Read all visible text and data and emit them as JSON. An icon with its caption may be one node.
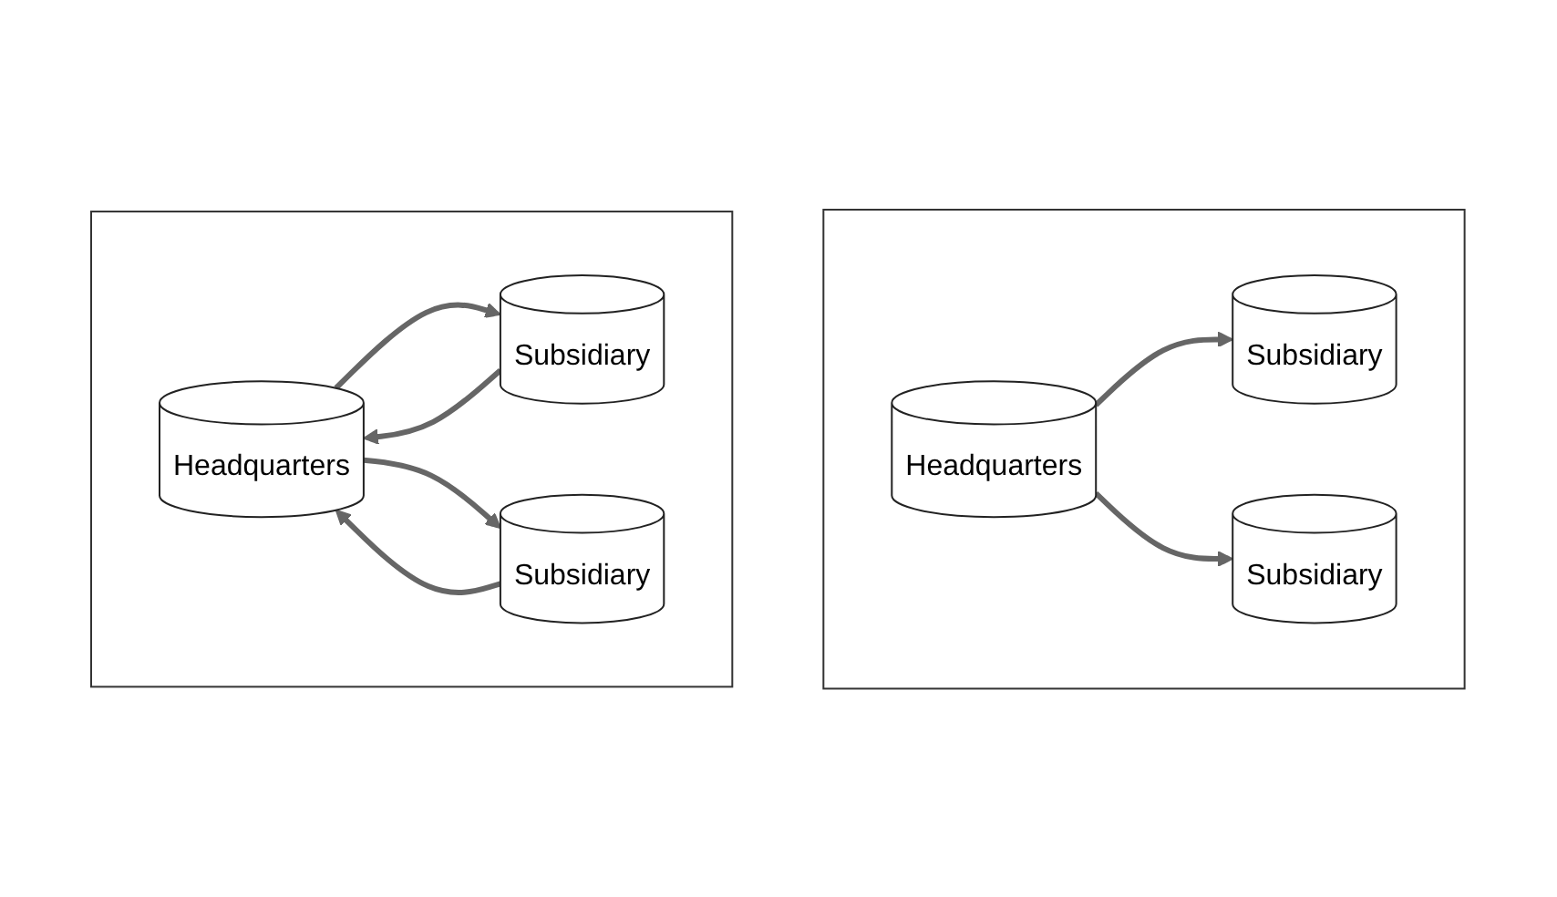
{
  "diagram": {
    "nodes": [
      {
        "text": [],
        "shape": "box"
      },
      {
        "text": [
          "Headquarters"
        ],
        "in": 0
      },
      {
        "text": [
          "Subsidiary"
        ],
        "in": 0
      },
      {
        "text": [
          "Subsidiary"
        ],
        "in": 0
      },
      {
        "text": [],
        "shape": "box"
      },
      {
        "text": [
          "Headquarters"
        ],
        "in": 4
      },
      {
        "text": [
          "Subsidiary"
        ],
        "in": 4
      },
      {
        "text": [
          "Subsidiary"
        ],
        "in": 4
      }
    ],
    "edges": [
      {
        "from": 1,
        "to": 2,
        "arrow": "to"
      },
      {
        "from": 1,
        "to": 3,
        "arrow": "to"
      },
      {
        "from": 5,
        "to": 6,
        "arrow": "to"
      },
      {
        "from": 5,
        "to": 7,
        "arrow": "to"
      },
      {
        "from": 6,
        "to": 5,
        "arrow": "to"
      },
      {
        "from": 7,
        "to": 5,
        "arrow": "to"
      }
    ]
  }
}
